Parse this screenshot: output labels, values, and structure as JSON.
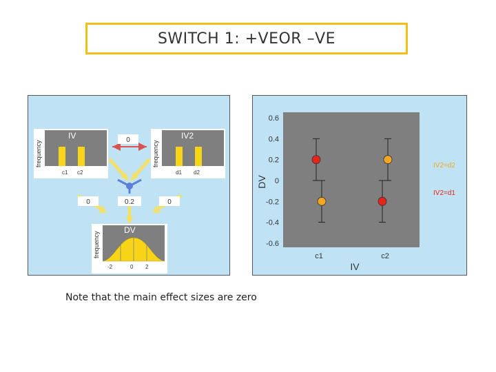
{
  "slide": {
    "title": "SWITCH 1: +VEOR –VE",
    "note": "Note that the main effect sizes are zero"
  },
  "diagram": {
    "iv_label": "IV",
    "iv2_label": "IV2",
    "dv_label": "DV",
    "freq_label": "frequency",
    "iv_ticks": [
      "c1",
      "c2"
    ],
    "iv2_ticks": [
      "d1",
      "d2"
    ],
    "dv_ticks": [
      "-2",
      "0",
      "2"
    ],
    "weight_top": "0",
    "weight_left": "0",
    "weight_center": "0.2",
    "weight_right": "0"
  },
  "chart_data": {
    "type": "scatter",
    "categories": [
      "c1",
      "c2"
    ],
    "xlabel": "IV",
    "ylabel": "DV",
    "ylim": [
      -0.6,
      0.6
    ],
    "yticks": [
      "0.6",
      "0.4",
      "0.2",
      "0",
      "-0.2",
      "-0.4",
      "-0.6"
    ],
    "series": [
      {
        "name": "IV2=d2",
        "values": [
          -0.2,
          0.2
        ],
        "errors": [
          0.2,
          0.2
        ],
        "color": "#f5a623"
      },
      {
        "name": "IV2=d1",
        "values": [
          0.2,
          -0.2
        ],
        "errors": [
          0.2,
          0.2
        ],
        "color": "#e8231a"
      }
    ],
    "colors": {
      "plot_bg": "#7f7f7f",
      "panel_bg": "#bfe3f5"
    }
  }
}
